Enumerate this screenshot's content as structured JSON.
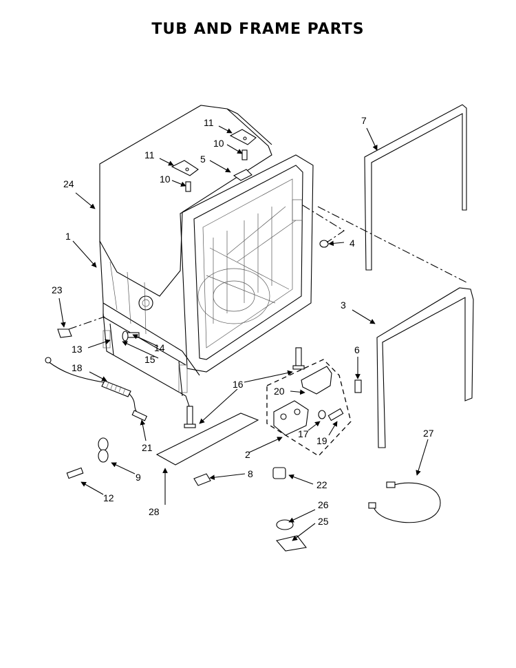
{
  "title": "TUB AND FRAME PARTS",
  "callouts": {
    "c1": "1",
    "c2": "2",
    "c3": "3",
    "c4": "4",
    "c5": "5",
    "c6": "6",
    "c7": "7",
    "c8": "8",
    "c9": "9",
    "c10a": "10",
    "c10b": "10",
    "c11a": "11",
    "c11b": "11",
    "c12": "12",
    "c13": "13",
    "c14": "14",
    "c15": "15",
    "c16": "16",
    "c17": "17",
    "c18": "18",
    "c19": "19",
    "c20": "20",
    "c21": "21",
    "c22": "22",
    "c23": "23",
    "c24": "24",
    "c25": "25",
    "c26": "26",
    "c27": "27",
    "c28": "28"
  }
}
